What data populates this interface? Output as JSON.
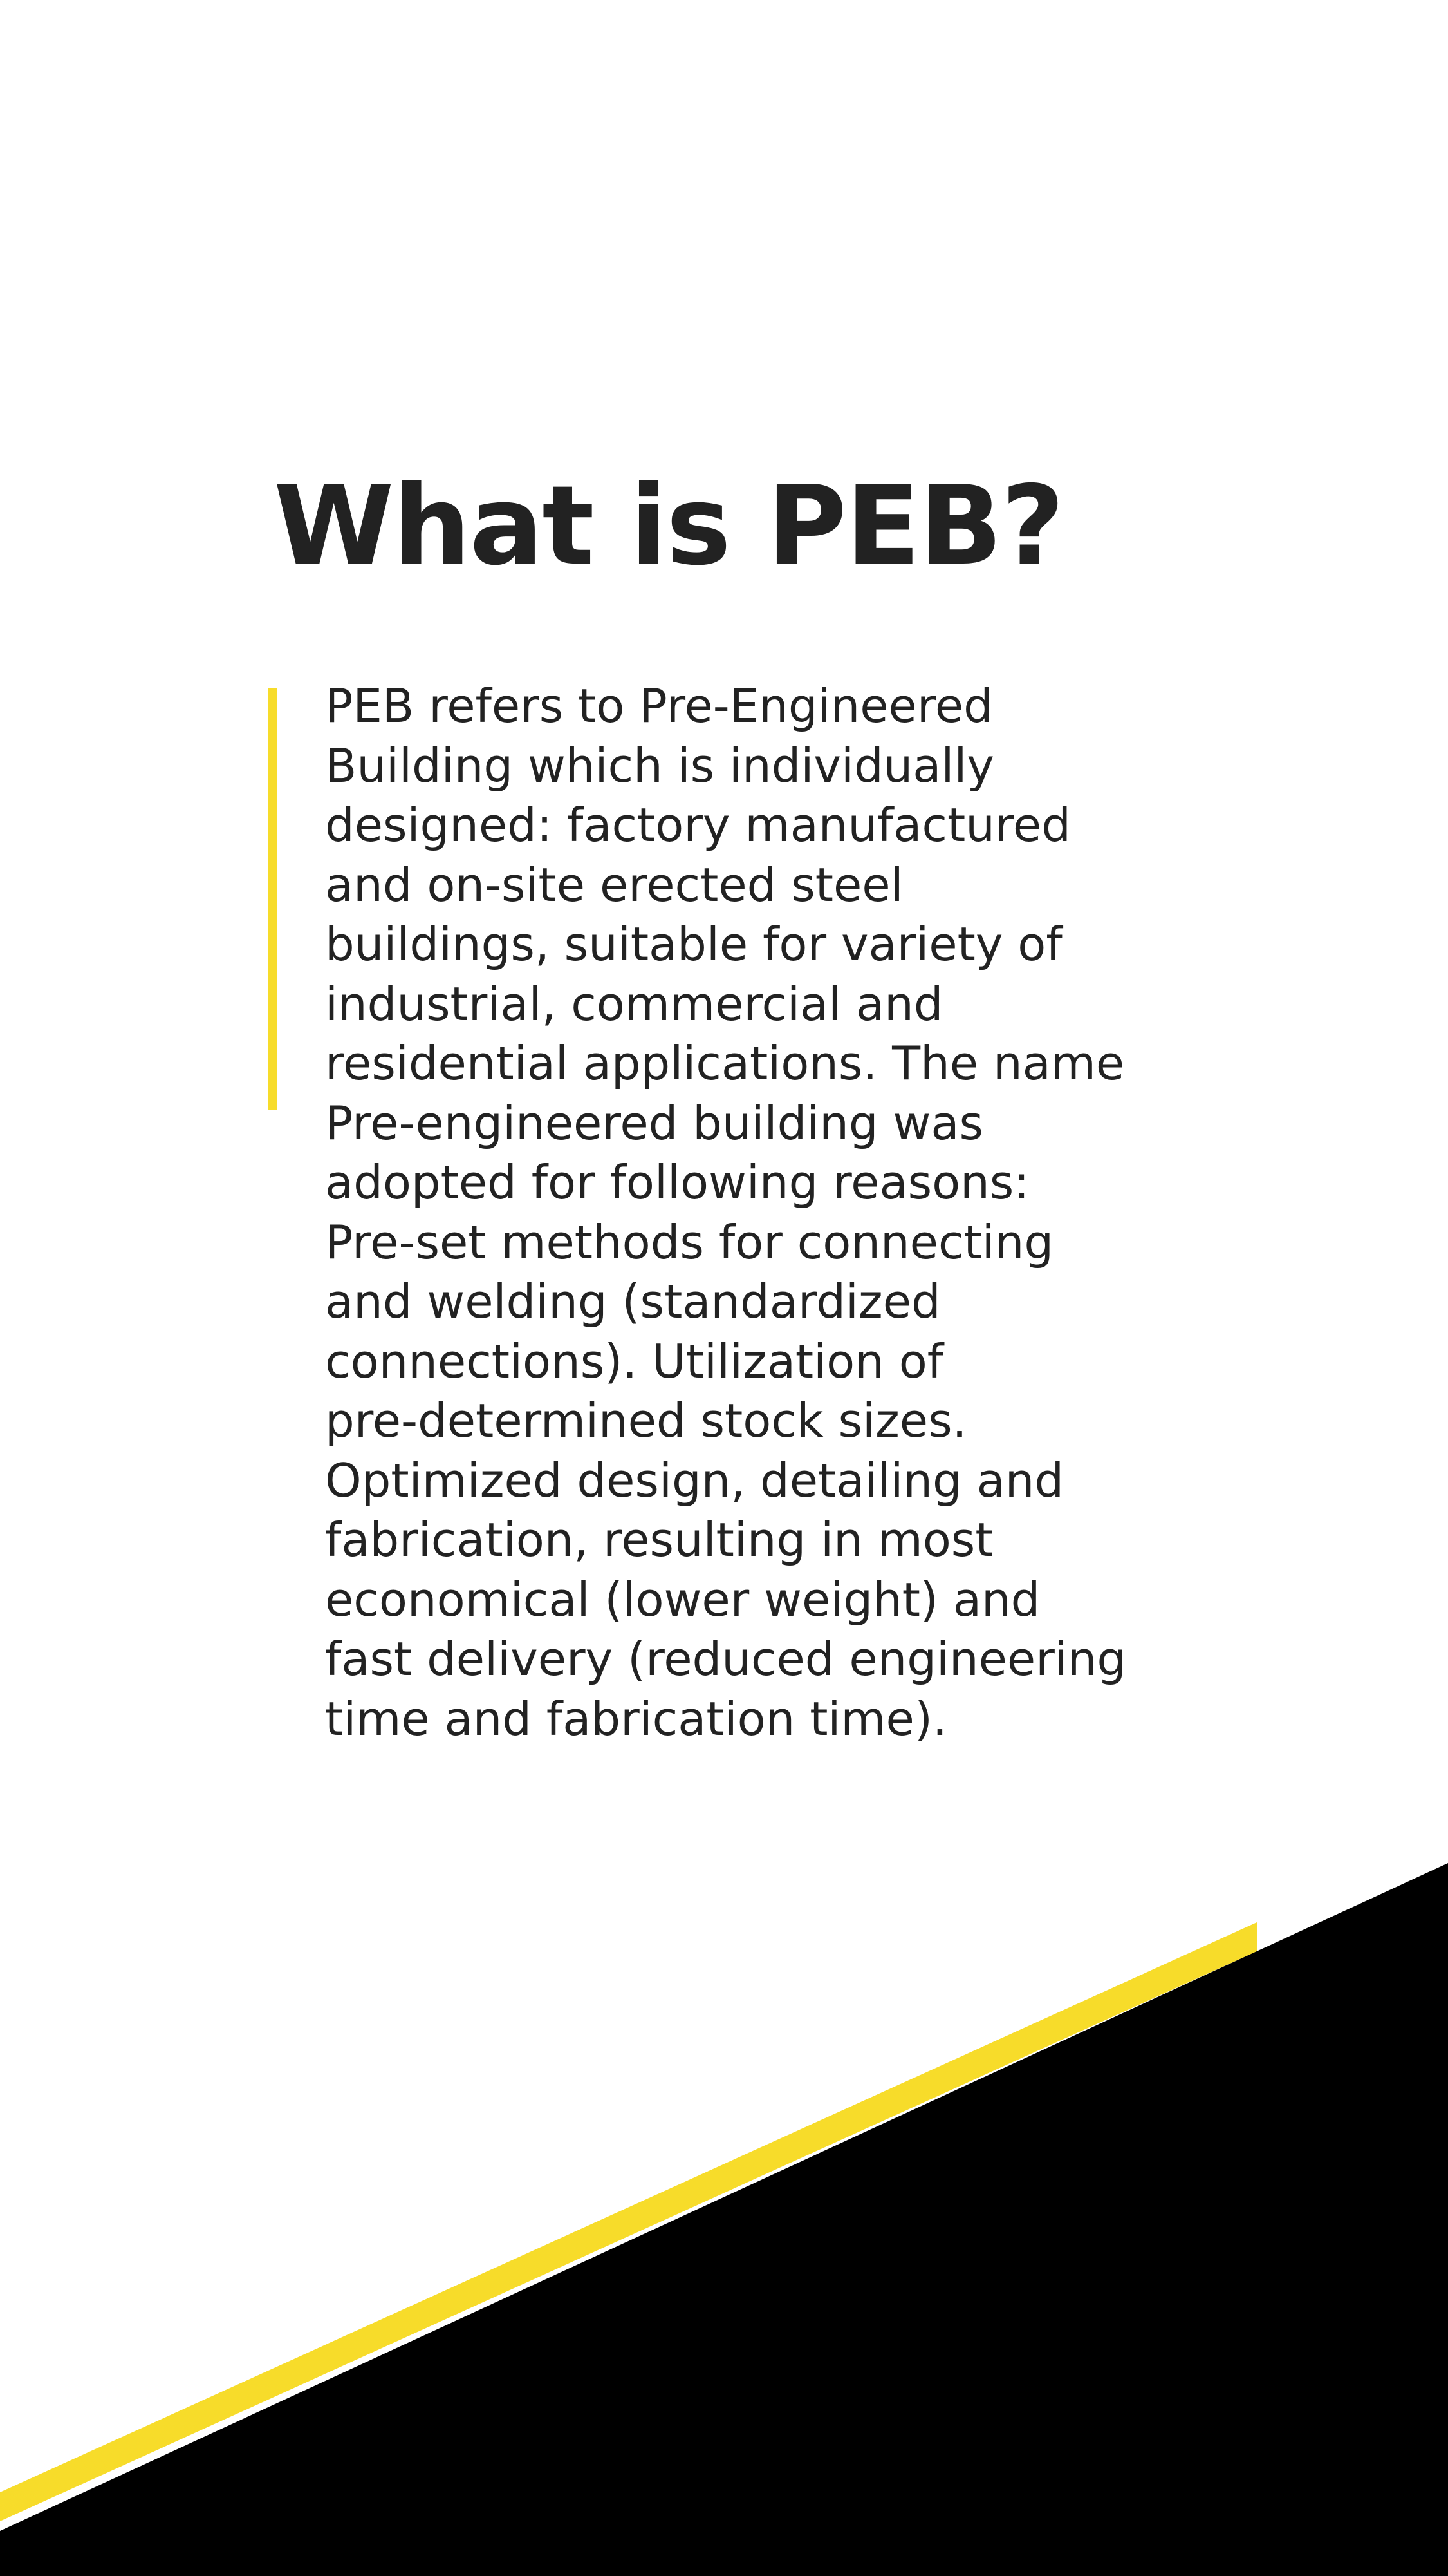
{
  "heading": {
    "title": "What is PEB?"
  },
  "description": {
    "lines": [
      "PEB refers to Pre-Engineered",
      "Building which is individually",
      "designed: factory manufactured",
      "and on-site erected steel",
      "buildings, suitable for variety of",
      "industrial, commercial and",
      "residential applications. The name",
      "Pre-engineered building was",
      "adopted for following reasons:",
      "Pre-set methods for connecting",
      "and welding (standardized",
      "connections). Utilization of",
      "pre-determined stock sizes.",
      "Optimized design, detailing and",
      "fabrication, resulting in most",
      "economical (lower weight) and",
      "fast delivery (reduced engineering",
      "time and fabrication time)."
    ]
  },
  "colors": {
    "accent": "#f7dc2a",
    "dark": "#000000",
    "text": "#222222",
    "background": "#ffffff"
  }
}
